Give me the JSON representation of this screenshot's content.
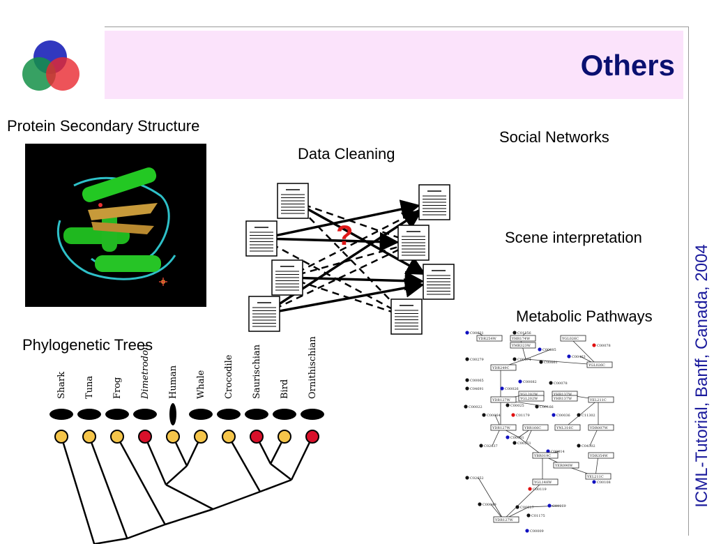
{
  "slide": {
    "title": "Others",
    "footer_vertical": "ICML-Tutorial, Banff, Canada, 2004"
  },
  "sections": {
    "protein": "Protein Secondary Structure",
    "data_cleaning": "Data Cleaning",
    "social": "Social Networks",
    "scene": "Scene interpretation",
    "metabolic": "Metabolic Pathways",
    "phylo": "Phylogenetic Trees"
  },
  "data_cleaning": {
    "question_mark": "?"
  },
  "phylo": {
    "taxa": [
      "Shark",
      "Tuna",
      "Frog",
      "Dimetrodon",
      "Human",
      "Whale",
      "Crocodile",
      "Saurischian",
      "Bird",
      "Ornithischian"
    ],
    "leaf_colors": [
      "#f5c54a",
      "#f5c54a",
      "#f5c54a",
      "#d8102a",
      "#f5c54a",
      "#f5c54a",
      "#f5c54a",
      "#d8102a",
      "#f5c54a",
      "#d8102a"
    ]
  },
  "metabolic": {
    "labels": [
      "C00631",
      "C01356",
      "YDR254W",
      "YHR174W",
      "YMR323W",
      "YGL026C",
      "C00078",
      "C00279",
      "C00074",
      "C00463",
      "C00661",
      "YGL026C",
      "C00085",
      "YDR249C",
      "C00065",
      "C00082",
      "C00078",
      "YGL202W",
      "YHR137W",
      "YGL202W",
      "YHR137W",
      "YEL211C",
      "C00022",
      "C04691",
      "C00026",
      "YDR127W",
      "C00025",
      "C01179",
      "C00166",
      "C00064",
      "C00036",
      "C11302",
      "YDR127W",
      "YBR166C",
      "YNL316C",
      "YDR007W",
      "C00001",
      "C02637",
      "C00251",
      "C00014",
      "C04302",
      "YDR354W",
      "YBR019C",
      "YER090W",
      "YEL211C",
      "C00108",
      "C02652",
      "YGL148W",
      "C00119",
      "C00049",
      "C00017",
      "C01269",
      "C01175",
      "YDR127W",
      "C00009"
    ]
  }
}
